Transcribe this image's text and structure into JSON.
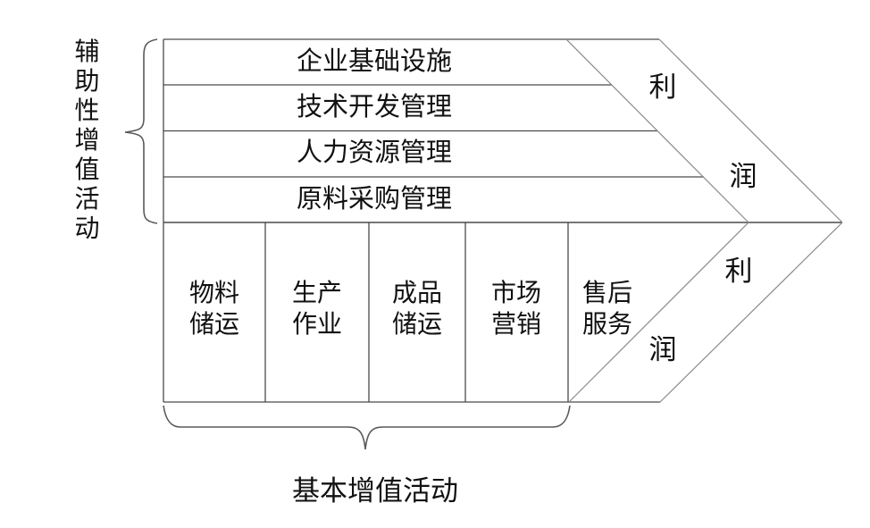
{
  "diagram": {
    "left_axis_label": "辅助性增值活动",
    "bottom_axis_label": "基本增值活动",
    "support_activities": [
      "企业基础设施",
      "技术开发管理",
      "人力资源管理",
      "原料采购管理"
    ],
    "primary_activities": [
      "物料储运",
      "生产作业",
      "成品储运",
      "市场营销",
      "售后服务"
    ],
    "profit_upper": {
      "char_1": "利",
      "char_2": "润"
    },
    "profit_lower": {
      "char_1": "利",
      "char_2": "润"
    },
    "colors": {
      "background": "#ffffff",
      "text": "#111111",
      "line": "#4a4a4a",
      "diagonal": "#8a8a8a",
      "brace": "#5a5a5a"
    }
  }
}
